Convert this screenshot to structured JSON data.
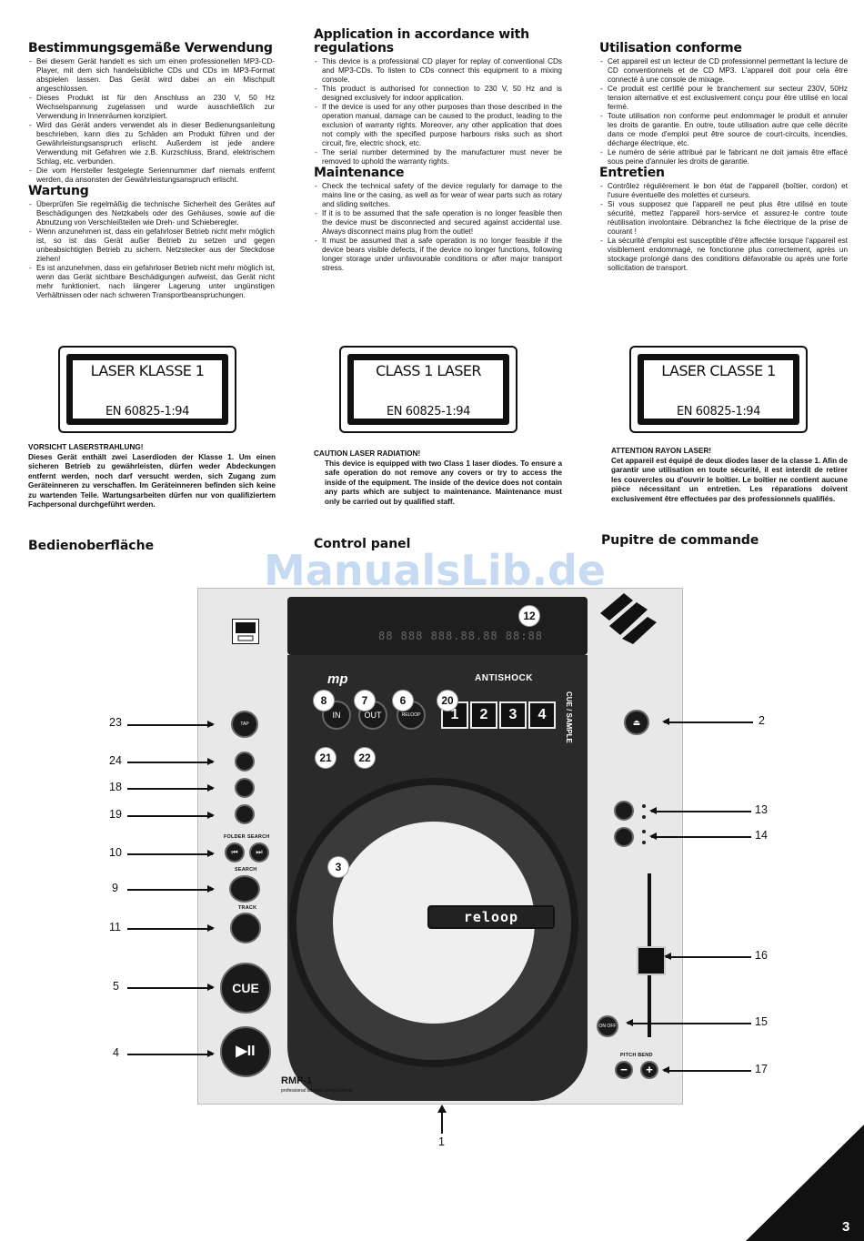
{
  "columns": {
    "de": {
      "h1": "Bestimmungsgemäße Verwendung",
      "items1": [
        "Bei diesem Gerät handelt es sich um einen professionellen MP3-CD-Player, mit dem sich handelsübliche CDs und CDs im MP3-Format abspielen lassen. Das Gerät wird dabei an ein Mischpult angeschlossen.",
        "Dieses Produkt ist für den Anschluss an 230 V, 50 Hz Wechselspannung zugelassen und wurde ausschließlich zur Verwendung in Innenräumen konzipiert.",
        "Wird das Gerät anders verwendet als in dieser Bedienungsanleitung beschrieben, kann dies zu Schäden am Produkt führen und der Gewährleistungsanspruch erlischt. Außerdem ist jede andere Verwendung mit Gefahren wie z.B. Kurzschluss, Brand, elektrischem Schlag, etc. verbunden.",
        "Die vom Hersteller festgelegte Seriennummer darf niemals entfernt werden, da ansonsten der Gewährleistungsanspruch erlischt."
      ],
      "h2": "Wartung",
      "items2": [
        "Überprüfen Sie regelmäßig die technische Sicherheit des Gerätes auf Beschädigungen des Netzkabels oder des Gehäuses, sowie auf die Abnutzung von Verschleißteilen wie Dreh- und Schieberegler.",
        "Wenn anzunehmen ist, dass ein gefahrloser Betrieb nicht mehr möglich ist, so ist das Gerät außer Betrieb zu setzen und gegen unbeabsichtigten Betrieb zu sichern. Netzstecker aus der Steckdose ziehen!",
        "Es ist anzunehmen, dass ein gefahrloser Betrieb nicht mehr möglich ist, wenn das Gerät sichtbare Beschädigungen aufweist, das Gerät nicht mehr funktioniert, nach längerer Lagerung unter ungünstigen Verhältnissen oder nach schweren Transportbeanspruchungen."
      ],
      "laser_t1": "LASER KLASSE 1",
      "laser_t2": "EN 60825-1:94",
      "caution_head": "VORSICHT LASERSTRAHLUNG!",
      "caution_body": "Dieses Gerät enthält zwei Laserdioden der Klasse 1. Um einen sicheren Betrieb zu gewährleisten, dürfen weder Abdeckungen entfernt werden, noch darf versucht werden, sich Zugang zum Geräteinneren zu verschaffen. Im Geräteinneren befinden sich keine zu wartenden Teile. Wartungsarbeiten dürfen nur von qualifiziertem Fachpersonal durchgeführt werden.",
      "panel": "Bedienoberfläche"
    },
    "en": {
      "h1": "Application in accordance with regulations",
      "items1": [
        "This device is a professional CD player for replay of conventional CDs and MP3-CDs. To listen to CDs connect this equipment to a mixing console.",
        "This product is authorised for connection to 230 V, 50 Hz and is designed exclusively for indoor application.",
        "If the device is used for any other purposes than those described in the operation manual, damage can be caused to the product, leading to the exclusion of warranty rights. Moreover, any other application that does not comply with the specified purpose harbours risks such as short circuit, fire, electric shock, etc.",
        "The serial number determined by the manufacturer must never be removed to uphold the warranty rights."
      ],
      "h2": "Maintenance",
      "items2": [
        "Check the technical safety of the device regularly for damage to the mains line or the casing, as well as for wear of wear parts such as rotary and sliding switches.",
        "If it is to be assumed that the safe operation is no longer feasible then the device must be disconnected and secured against accidental use. Always disconnect mains plug from the outlet!",
        "It must be assumed that a safe operation is no longer feasible if the device bears visible defects, if the device no longer functions, following longer storage under unfavourable conditions or after major transport stress."
      ],
      "laser_t1": "CLASS 1 LASER",
      "laser_t2": "EN 60825-1:94",
      "caution_head": "CAUTION LASER RADIATION!",
      "caution_body": "This device is equipped with two Class 1 laser diodes. To ensure a safe operation do not remove any covers or try to access the inside of the equipment. The inside of the device does not contain any parts which are subject to maintenance. Maintenance must only be carried out by qualified staff.",
      "panel": "Control panel"
    },
    "fr": {
      "h1": "Utilisation conforme",
      "items1": [
        "Cet appareil est un lecteur de CD professionnel permettant la lecture de CD conventionnels et de CD MP3. L'appareil doit pour cela être connecté à une console de mixage.",
        "Ce produit est certifié pour le branchement sur secteur 230V, 50Hz tension alternative et est exclusivement conçu pour être utilisé en local fermé.",
        "Toute utilisation non conforme peut endommager le produit et annuler les droits de garantie. En outre, toute utilisation autre que celle décrite dans ce mode d'emploi peut être source de court-circuits, incendies, décharge électrique, etc.",
        "Le numéro de série attribué par le fabricant ne doit jamais être effacé sous peine d'annuler les droits de garantie."
      ],
      "h2": "Entretien",
      "items2": [
        "Contrôlez régulièrement le bon état de l'appareil (boîtier, cordon) et l'usure éventuelle des molettes et curseurs.",
        "Si vous supposez que l'appareil ne peut plus être utilisé en toute sécurité, mettez l'appareil hors-service et assurez-le contre toute réutilisation involontaire. Débranchez la fiche électrique de la prise de courant !",
        "La sécurité d'emploi est susceptible d'être affectée lorsque l'appareil est visiblement endommagé, ne fonctionne plus correctement, après un stockage prolongé dans des conditions défavorable ou après une forte sollicitation de transport."
      ],
      "laser_t1": "LASER CLASSE 1",
      "laser_t2": "EN 60825-1:94",
      "caution_head": "ATTENTION RAYON LASER!",
      "caution_body": "Cet appareil est équipé de deux diodes laser de la classe 1. Afin de garantir une utilisation en toute sécurité, il est interdit de retirer les couvercles ou d'ouvrir le boîtier. Le boîtier ne contient aucune pièce nécessitant un entretien. Les réparations doivent exclusivement être effectuées par des professionnels qualifiés.",
      "panel": "Pupitre de commande"
    }
  },
  "watermark": "ManualsLib.de",
  "device": {
    "brand": "reloop",
    "model": "RMP-1",
    "model_sub": "professional tabletop cd/mp3 player",
    "mp_logo": "mp",
    "antishock": "ANTISHOCK",
    "cue_sample": "CUE / SAMPLE",
    "cue_label": "CUE",
    "play_label": "▶II",
    "in_label": "IN",
    "out_label": "OUT",
    "reloop_btn": "RELOOP",
    "samples": [
      "1",
      "2",
      "3",
      "4"
    ],
    "folder_label": "FOLDER",
    "search_label": "SEARCH",
    "search2_label": "SEARCH",
    "track_label": "TRACK",
    "tap_label": "TAP",
    "pitch_bend_label": "PITCH BEND",
    "onoff_label": "ON OFF",
    "lcd_digits": "88 888 888.88.88 88:88"
  },
  "badges": [
    "12",
    "8",
    "7",
    "6",
    "20",
    "21",
    "22",
    "3"
  ],
  "callouts_left": [
    "23",
    "24",
    "18",
    "19",
    "10",
    "9",
    "11",
    "5",
    "4"
  ],
  "callouts_right": [
    "2",
    "13",
    "14",
    "16",
    "15",
    "17"
  ],
  "callout_bottom": "1",
  "page_number": "3"
}
